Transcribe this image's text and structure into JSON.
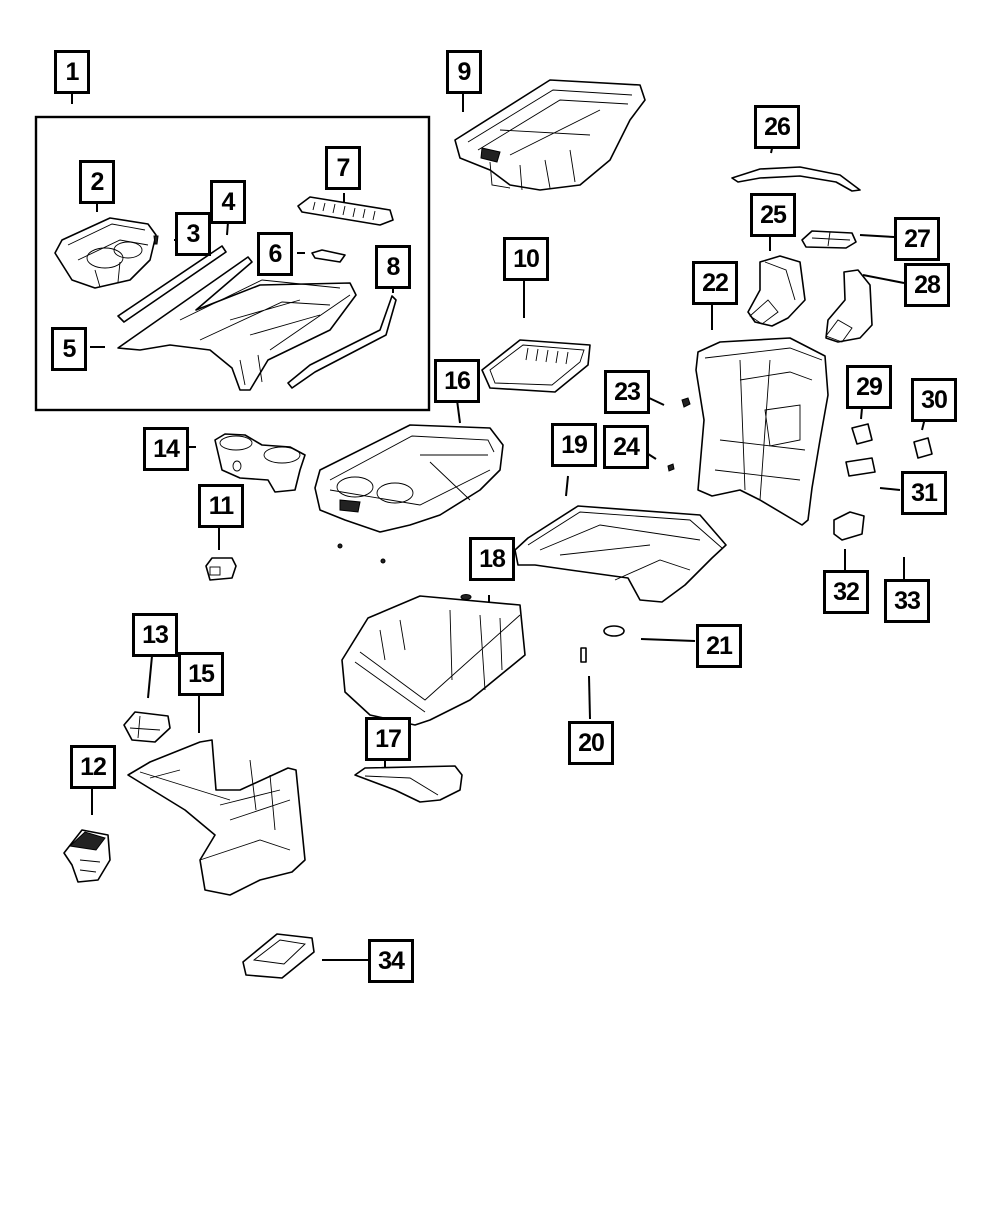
{
  "diagram": {
    "type": "exploded-parts-diagram",
    "subject": "center console assembly",
    "group_box_contains": [
      "2",
      "3",
      "4",
      "5",
      "6",
      "7",
      "8"
    ],
    "callouts": [
      {
        "id": "1",
        "label": "1"
      },
      {
        "id": "2",
        "label": "2"
      },
      {
        "id": "3",
        "label": "3"
      },
      {
        "id": "4",
        "label": "4"
      },
      {
        "id": "5",
        "label": "5"
      },
      {
        "id": "6",
        "label": "6"
      },
      {
        "id": "7",
        "label": "7"
      },
      {
        "id": "8",
        "label": "8"
      },
      {
        "id": "9",
        "label": "9"
      },
      {
        "id": "10",
        "label": "10"
      },
      {
        "id": "11",
        "label": "11"
      },
      {
        "id": "12",
        "label": "12"
      },
      {
        "id": "13",
        "label": "13"
      },
      {
        "id": "14",
        "label": "14"
      },
      {
        "id": "15",
        "label": "15"
      },
      {
        "id": "16",
        "label": "16"
      },
      {
        "id": "17",
        "label": "17"
      },
      {
        "id": "18",
        "label": "18"
      },
      {
        "id": "19",
        "label": "19"
      },
      {
        "id": "20",
        "label": "20"
      },
      {
        "id": "21",
        "label": "21"
      },
      {
        "id": "22",
        "label": "22"
      },
      {
        "id": "23",
        "label": "23"
      },
      {
        "id": "24",
        "label": "24"
      },
      {
        "id": "25",
        "label": "25"
      },
      {
        "id": "26",
        "label": "26"
      },
      {
        "id": "27",
        "label": "27"
      },
      {
        "id": "28",
        "label": "28"
      },
      {
        "id": "29",
        "label": "29"
      },
      {
        "id": "30",
        "label": "30"
      },
      {
        "id": "31",
        "label": "31"
      },
      {
        "id": "32",
        "label": "32"
      },
      {
        "id": "33",
        "label": "33"
      },
      {
        "id": "34",
        "label": "34"
      }
    ]
  }
}
